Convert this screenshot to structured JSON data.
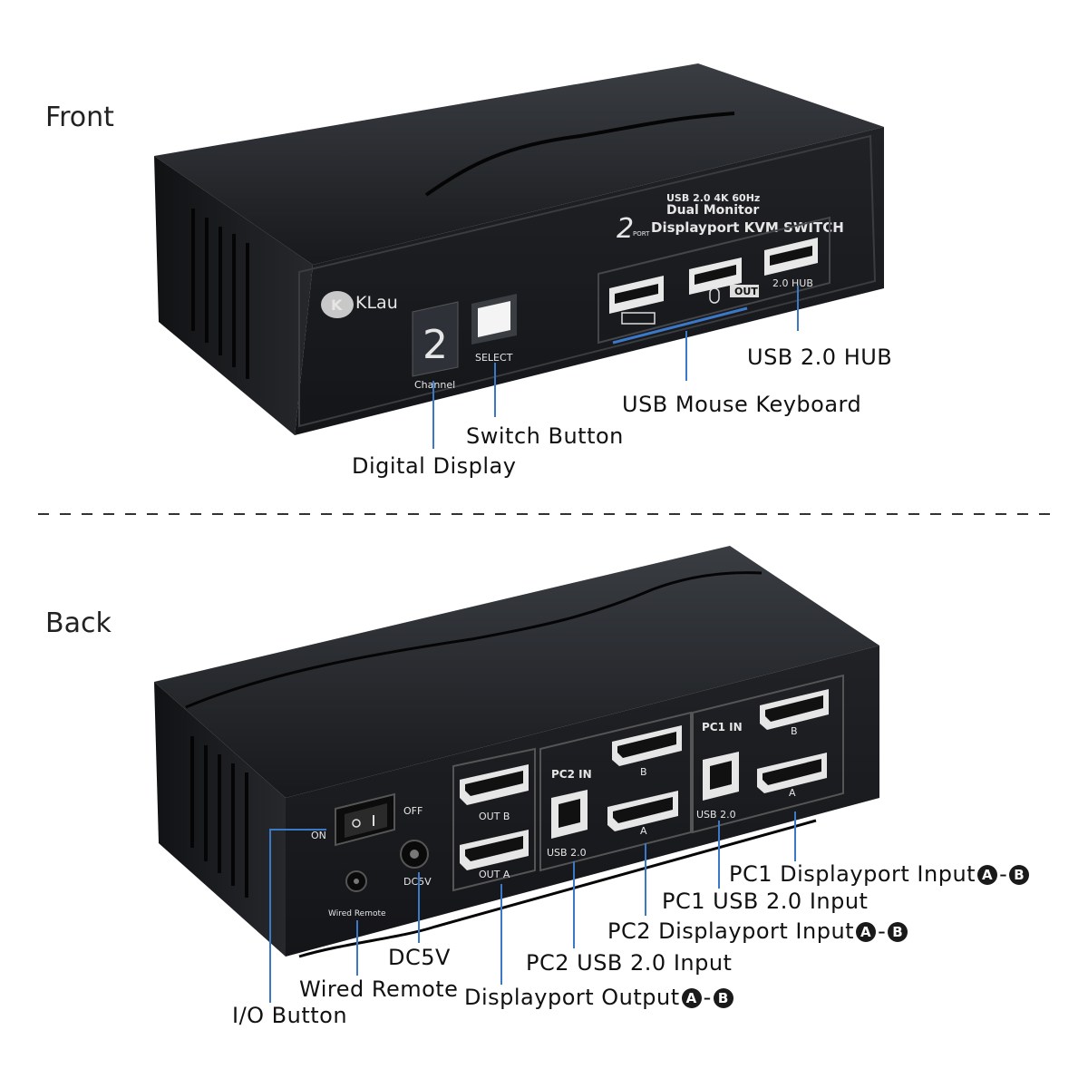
{
  "sections": {
    "front_title": "Front",
    "back_title": "Back"
  },
  "front": {
    "brand": "KLau",
    "digit": "2",
    "channel_label": "Channel",
    "select_label": "SELECT",
    "product_line1": "USB 2.0  4K  60Hz",
    "product_line2": "Dual Monitor",
    "product_line3": "Displayport KVM SWITCH",
    "port_count": "2",
    "port_word": "PORT",
    "out_badge": "OUT",
    "hub_label": "2.0 HUB",
    "callouts": {
      "usb_hub": "USB 2.0 HUB",
      "usb_mouse_keyboard": "USB Mouse Keyboard",
      "switch_button": "Switch Button",
      "digital_display": "Digital Display"
    }
  },
  "back": {
    "on": "ON",
    "off": "OFF",
    "dc_panel": "DC5V",
    "wired_remote_panel": "Wired Remote",
    "out_b": "OUT B",
    "out_a": "OUT A",
    "pc2_in": "PC2 IN",
    "pc1_in": "PC1 IN",
    "usb20": "USB 2.0",
    "port_a": "A",
    "port_b": "B",
    "callouts": {
      "pc1_dp_input": "PC1 Displayport Input",
      "pc1_usb_input": "PC1 USB 2.0 Input",
      "pc2_dp_input": "PC2 Displayport Input",
      "pc2_usb_input": "PC2 USB 2.0 Input",
      "dp_output": "Displayport Output",
      "dc5v": "DC5V",
      "wired_remote": "Wired Remote",
      "io_button": "I/O Button",
      "a": "A",
      "dash": "-",
      "b": "B"
    }
  },
  "colors": {
    "device_body": "#1c1e22",
    "callout_line": "#3b78c7",
    "background": "#ffffff"
  }
}
